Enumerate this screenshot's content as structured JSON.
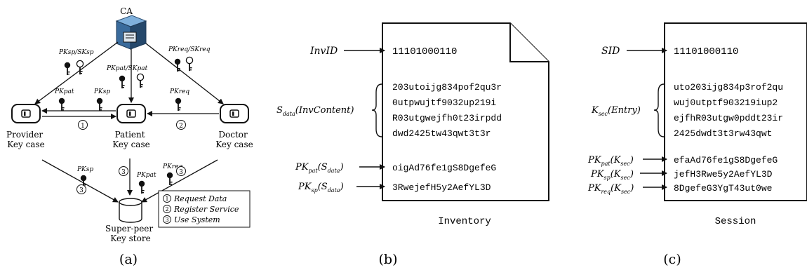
{
  "panel_a": {
    "ca_label": "CA",
    "ca_keypair": "PKsp/SKsp",
    "doc_keypair": "PKreq/SKreq",
    "pat_keypair": "PKpat/SKpat",
    "k_pat": "PKpat",
    "k_sp": "PKsp",
    "k_req": "PKreq",
    "provider": [
      "Provider",
      "Key case"
    ],
    "patient": [
      "Patient",
      "Key case"
    ],
    "doctor": [
      "Doctor",
      "Key case"
    ],
    "store": [
      "Super-peer",
      "Key store"
    ],
    "num1": "1",
    "num2": "2",
    "num3": "3",
    "legend": [
      "Request Data",
      "Register Service",
      "Use System"
    ],
    "caption": "(a)"
  },
  "panel_b": {
    "invid_label": "InvID",
    "id_value": "11101000110",
    "content_label": "S_data(InvContent)",
    "content_lines": [
      "203utoijg834pof2qu3r",
      "0utpwujtf9032up219i",
      "R03utgwejfh0t23irpdd",
      "dwd2425tw43qwt3t3r"
    ],
    "sig_pat_label": "PKpat(Sdata)",
    "sig_pat_value": "oigAd76fe1gS8DgefeG",
    "sig_sp_label": "PKsp(Sdata)",
    "sig_sp_value": "3RwejefH5y2AefYL3D",
    "doc_title": "Inventory",
    "caption": "(b)"
  },
  "panel_c": {
    "sid_label": "SID",
    "id_value": "11101000110",
    "content_label": "K_sec(Entry)",
    "content_lines": [
      "uto203ijg834p3rof2qu",
      "wuj0utptf903219iup2",
      "ejfhR03utgw0pddt23ir",
      "2425dwdt3t3rw43qwt"
    ],
    "sig_pat_label": "PKpat(Ksec)",
    "sig_pat_value": "efaAd76fe1gS8DgefeG",
    "sig_sp_label": "PKsp(Ksec)",
    "sig_sp_value": "jefH3Rwe5y2AefYL3D",
    "sig_req_label": "PKreq(Ksec)",
    "sig_req_value": "8DgefeG3YgT43ut0we",
    "doc_title": "Session",
    "caption": "(c)"
  }
}
